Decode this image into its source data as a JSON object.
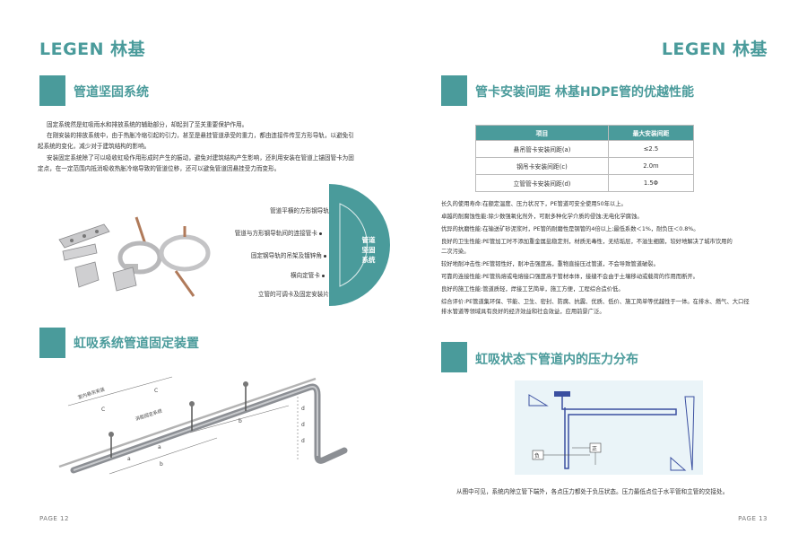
{
  "brand": "LEGEN 林基",
  "left": {
    "section1_title": "管道坚固系统",
    "paras": [
      "固定系统然是虹吸雨水和排放系统的辅助部分，却起到了至关重要保护作用。",
      "在刚安装的排放系统中，由于热胀冷缩引起的引力，甚至是悬挂管道承受的重力，都由连接件传至方形导轨，以避免引",
      "起系统的变化，减少对于建筑结构的影响。",
      "安装固定系统除了可以吸收虹吸作用形成时产生的振动，避免对建筑结构产生影响，还利用安装在管道上锚固管卡为固",
      "定点，在一定范围内抵消吸收热胀冷缩导致的管道位移，还可以避免管道因悬挂受力而变形。"
    ],
    "parts": [
      "管道平横的方形钢导轨",
      "管道与方形钢导轨间的连接管卡",
      "固定钢导轨的吊架及镀锌角",
      "横向定管卡",
      "立管的可调卡及固定安装片"
    ],
    "circle_label": [
      "管道",
      "坚固",
      "系统"
    ],
    "section2_title": "虹吸系统管道固定装置",
    "diagram_labels": {
      "indoor": "室内悬吊安装",
      "rail": "消能固定系统",
      "c": "C",
      "a": "a",
      "b": "b",
      "d": "d"
    },
    "page": "PAGE 12"
  },
  "right": {
    "section1_title": "管卡安装间距 林基HDPE管的优越性能",
    "table": {
      "headers": [
        "项目",
        "最大安装间距"
      ],
      "rows": [
        [
          "悬吊管卡安装间距(a)",
          "≤2.5"
        ],
        [
          "钢吊卡安装间距(c)",
          "2.0m"
        ],
        [
          "立管管卡安装间距(d)",
          "1.5Φ"
        ]
      ]
    },
    "features": [
      "长久的使用寿命:在额定温度、压力状况下，PE管道可安全使用50年以上。",
      "卓越的耐腐蚀性能:除少数强氧化剂外，可耐多种化学介质的侵蚀;无电化学腐蚀。",
      "优异的抗磨性能:在输送矿砂泥浆时，PE管的耐磨性是钢管的4倍以上;最低系数＜1%，耐负压＜0.8%。",
      "良好的卫生性能:PE管加工时不添加重金属盐稳定剂，材质无毒性，无结垢层，不滋生细菌，较好地解决了城市饮用的",
      "二次污染。",
      "较好地耐冲击性:PE管韧性好，耐冲击强度高，重物直接压过管道，不会导致管道破裂。",
      "可靠的连接性能:PE管热熔或电熔接口强度高于管材本体，接缝不会由于土壤移动或载荷的作用而断开。",
      "良好的施工性能:管道质轻，焊接工艺简单，施工方便，工程综合造价低。",
      "综合评价:PE管道集环保、节能、卫生、密封、防腐、抗震、优质、低价、施工简单等优越性于一体。在排水、燃气、大口径",
      "排水管道等领域具有良好的经济效益和社会效益，应用前景广泛。"
    ],
    "section2_title": "虹吸状态下管道内的压力分布",
    "pressure_labels": {
      "neg": "负",
      "pos": "正"
    },
    "caption": "从图中可见，系统内除立管下端外，各点压力都处于负压状态。压力最低点位于水平管和立管的交接处。",
    "page": "PAGE 13"
  },
  "colors": {
    "accent": "#4a9b9b",
    "pipe_blue": "#3a4fa0",
    "diagram_bg": "#eaf4f8"
  }
}
